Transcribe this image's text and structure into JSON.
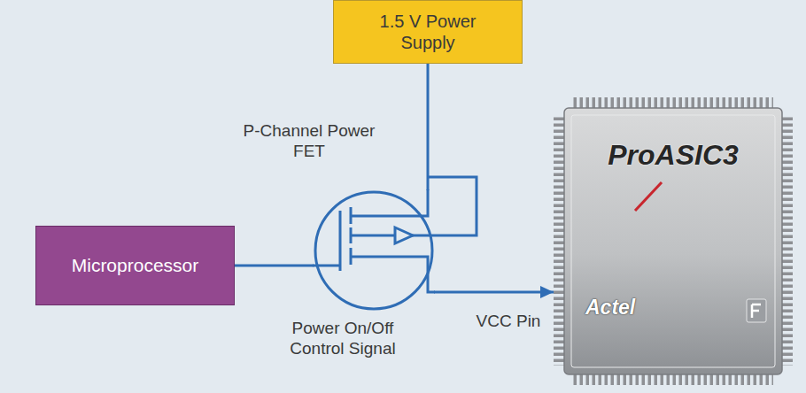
{
  "diagram": {
    "nodes": [
      {
        "text": [
          "1.5 V Power Supply"
        ]
      },
      {
        "text": [
          "P-Channel Power FET"
        ]
      },
      {
        "text": [
          "Microprocessor"
        ]
      },
      {
        "text": [
          "ProASIC3",
          "Actel"
        ]
      }
    ],
    "edges": [
      {
        "from": 0,
        "to": 1,
        "arrow": "none"
      },
      {
        "from": 2,
        "to": 1,
        "arrow": "none",
        "label": "Power On/Off Control Signal"
      },
      {
        "from": 1,
        "to": 3,
        "arrow": "to",
        "label": "VCC Pin"
      }
    ]
  }
}
